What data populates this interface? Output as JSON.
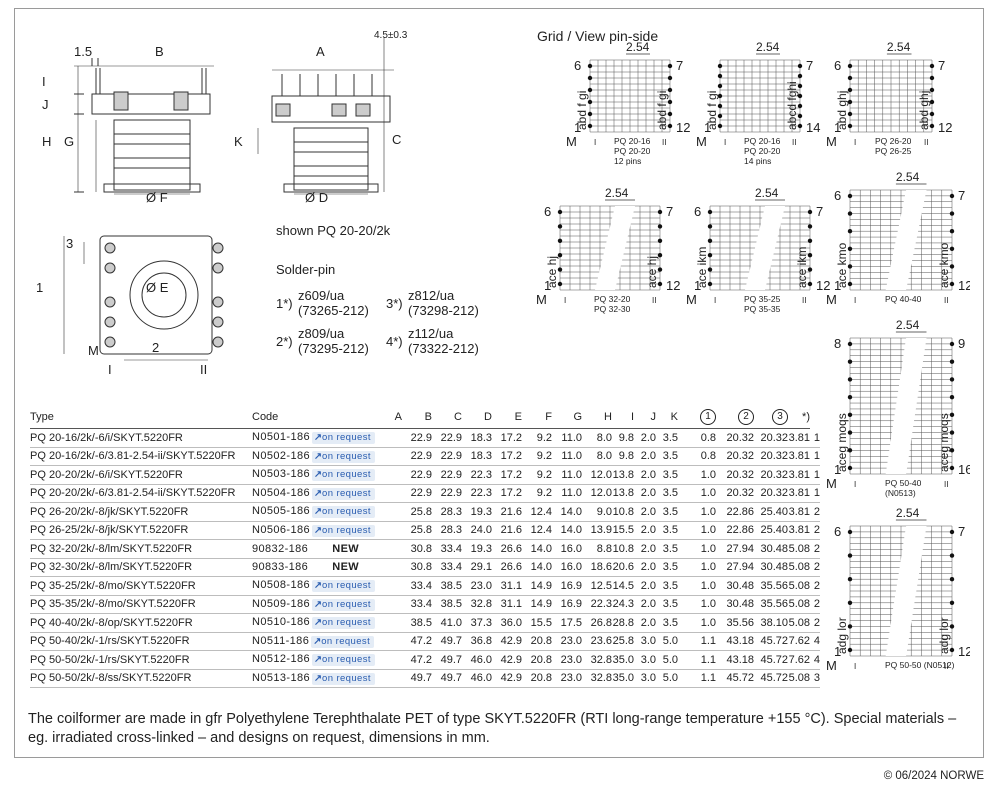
{
  "grid_title": "Grid / View pin-side",
  "shown": "shown PQ 20-20/2k",
  "solder_title": "Solder-pin",
  "solder_pins": [
    {
      "num": "1*)",
      "code": "z609/ua",
      "part": "(73265-212)"
    },
    {
      "num": "2*)",
      "code": "z809/ua",
      "part": "(73295-212)"
    },
    {
      "num": "3*)",
      "code": "z812/ua",
      "part": "(73298-212)"
    },
    {
      "num": "4*)",
      "code": "z112/ua",
      "part": "(73322-212)"
    }
  ],
  "drawing_labels": {
    "d1_5": "1.5",
    "dB": "B",
    "dA": "A",
    "dI": "I",
    "dJ": "J",
    "dH": "H",
    "dG": "G",
    "dK": "K",
    "dC": "C",
    "dF": "Ø F",
    "dD": "Ø D",
    "dE": "Ø E",
    "d45": "4.5±0.3",
    "d1": "1",
    "d2": "2",
    "d3": "3",
    "dM": "M",
    "dR1": "I",
    "dR2": "II"
  },
  "grids": [
    {
      "pitch": "2.54",
      "top": "6",
      "bottom": "1",
      "right_top": "7",
      "right_bottom": "12",
      "left_letters": "abd f gi",
      "right_letters": "abd f gi",
      "caption": [
        "PQ 20-16",
        "PQ 20-20",
        "12 pins"
      ]
    },
    {
      "pitch": "2.54",
      "top": "",
      "bottom": "1",
      "right_top": "7",
      "right_bottom": "14",
      "left_letters": "abd f gi",
      "right_letters": "abcd fghi",
      "caption": [
        "PQ 20-16",
        "PQ 20-20",
        "14 pins"
      ]
    },
    {
      "pitch": "2.54",
      "top": "6",
      "bottom": "1",
      "right_top": "7",
      "right_bottom": "12",
      "left_letters": "abd ghj",
      "right_letters": "abd ghj",
      "caption": [
        "PQ 26-20",
        "PQ 26-25"
      ]
    },
    {
      "pitch": "2.54",
      "top": "6",
      "bottom": "1",
      "right_top": "7",
      "right_bottom": "12",
      "left_letters": "ace hj",
      "right_letters": "ace hj",
      "caption": [
        "PQ 32-20",
        "PQ 32-30"
      ]
    },
    {
      "pitch": "2.54",
      "top": "6",
      "bottom": "1",
      "right_top": "7",
      "right_bottom": "12",
      "left_letters": "ace ikm",
      "right_letters": "ace ikm",
      "caption": [
        "PQ 35-25",
        "PQ 35-35"
      ]
    },
    {
      "pitch": "2.54",
      "top": "6",
      "bottom": "1",
      "right_top": "7",
      "right_bottom": "12",
      "left_letters": "ace kmo",
      "right_letters": "ace kmo",
      "caption": [
        "PQ 40-40"
      ]
    },
    {
      "pitch": "2.54",
      "top": "8",
      "bottom": "1",
      "right_top": "9",
      "right_bottom": "16",
      "left_letters": "aceg moqs",
      "right_letters": "aceg moqs",
      "caption": [
        "PQ 50-40",
        "(N0513)"
      ]
    },
    {
      "pitch": "2.54",
      "top": "6",
      "bottom": "1",
      "right_top": "7",
      "right_bottom": "12",
      "left_letters": "adg lor",
      "right_letters": "adg lor",
      "caption": [
        "PQ 50-50 (N0512)"
      ]
    }
  ],
  "grid_marks": {
    "m": "M",
    "r1": "I",
    "r2": "II"
  },
  "table": {
    "headers": [
      "Type",
      "Code",
      "A",
      "B",
      "C",
      "D",
      "E",
      "F",
      "G",
      "H",
      "I",
      "J",
      "K",
      "1",
      "2",
      "3",
      "*)"
    ],
    "on_request": "on request",
    "rows": [
      {
        "type": "PQ 20-16/2k/-6/i/SKYT.5220FR",
        "code": "N0501-186",
        "status": "on request",
        "vals": [
          "22.9",
          "22.9",
          "18.3",
          "17.2",
          "9.2",
          "11.0",
          "8.0",
          "9.8",
          "2.0",
          "3.5",
          "0.8",
          "20.32",
          "20.32",
          "3.81",
          "1"
        ]
      },
      {
        "type": "PQ 20-16/2k/-6/3.81-2.54-ii/SKYT.5220FR",
        "code": "N0502-186",
        "status": "on request",
        "vals": [
          "22.9",
          "22.9",
          "18.3",
          "17.2",
          "9.2",
          "11.0",
          "8.0",
          "9.8",
          "2.0",
          "3.5",
          "0.8",
          "20.32",
          "20.32",
          "3.81",
          "1"
        ]
      },
      {
        "type": "PQ 20-20/2k/-6/i/SKYT.5220FR",
        "code": "N0503-186",
        "status": "on request",
        "vals": [
          "22.9",
          "22.9",
          "22.3",
          "17.2",
          "9.2",
          "11.0",
          "12.0",
          "13.8",
          "2.0",
          "3.5",
          "1.0",
          "20.32",
          "20.32",
          "3.81",
          "1"
        ]
      },
      {
        "type": "PQ 20-20/2k/-6/3.81-2.54-ii/SKYT.5220FR",
        "code": "N0504-186",
        "status": "on request",
        "vals": [
          "22.9",
          "22.9",
          "22.3",
          "17.2",
          "9.2",
          "11.0",
          "12.0",
          "13.8",
          "2.0",
          "3.5",
          "1.0",
          "20.32",
          "20.32",
          "3.81",
          "1"
        ]
      },
      {
        "type": "PQ 26-20/2k/-8/jk/SKYT.5220FR",
        "code": "N0505-186",
        "status": "on request",
        "vals": [
          "25.8",
          "28.3",
          "19.3",
          "21.6",
          "12.4",
          "14.0",
          "9.0",
          "10.8",
          "2.0",
          "3.5",
          "1.0",
          "22.86",
          "25.40",
          "3.81",
          "2"
        ]
      },
      {
        "type": "PQ 26-25/2k/-8/jk/SKYT.5220FR",
        "code": "N0506-186",
        "status": "on request",
        "vals": [
          "25.8",
          "28.3",
          "24.0",
          "21.6",
          "12.4",
          "14.0",
          "13.9",
          "15.5",
          "2.0",
          "3.5",
          "1.0",
          "22.86",
          "25.40",
          "3.81",
          "2"
        ]
      },
      {
        "type": "PQ 32-20/2k/-8/lm/SKYT.5220FR",
        "code": "90832-186",
        "status": "NEW",
        "vals": [
          "30.8",
          "33.4",
          "19.3",
          "26.6",
          "14.0",
          "16.0",
          "8.8",
          "10.8",
          "2.0",
          "3.5",
          "1.0",
          "27.94",
          "30.48",
          "5.08",
          "2"
        ]
      },
      {
        "type": "PQ 32-30/2k/-8/lm/SKYT.5220FR",
        "code": "90833-186",
        "status": "NEW",
        "vals": [
          "30.8",
          "33.4",
          "29.1",
          "26.6",
          "14.0",
          "16.0",
          "18.6",
          "20.6",
          "2.0",
          "3.5",
          "1.0",
          "27.94",
          "30.48",
          "5.08",
          "2"
        ]
      },
      {
        "type": "PQ 35-25/2k/-8/mo/SKYT.5220FR",
        "code": "N0508-186",
        "status": "on request",
        "vals": [
          "33.4",
          "38.5",
          "23.0",
          "31.1",
          "14.9",
          "16.9",
          "12.5",
          "14.5",
          "2.0",
          "3.5",
          "1.0",
          "30.48",
          "35.56",
          "5.08",
          "2"
        ]
      },
      {
        "type": "PQ 35-35/2k/-8/mo/SKYT.5220FR",
        "code": "N0509-186",
        "status": "on request",
        "vals": [
          "33.4",
          "38.5",
          "32.8",
          "31.1",
          "14.9",
          "16.9",
          "22.3",
          "24.3",
          "2.0",
          "3.5",
          "1.0",
          "30.48",
          "35.56",
          "5.08",
          "2"
        ]
      },
      {
        "type": "PQ 40-40/2k/-8/op/SKYT.5220FR",
        "code": "N0510-186",
        "status": "on request",
        "vals": [
          "38.5",
          "41.0",
          "37.3",
          "36.0",
          "15.5",
          "17.5",
          "26.8",
          "28.8",
          "2.0",
          "3.5",
          "1.0",
          "35.56",
          "38.10",
          "5.08",
          "2"
        ]
      },
      {
        "type": "PQ 50-40/2k/-1/rs/SKYT.5220FR",
        "code": "N0511-186",
        "status": "on request",
        "vals": [
          "47.2",
          "49.7",
          "36.8",
          "42.9",
          "20.8",
          "23.0",
          "23.6",
          "25.8",
          "3.0",
          "5.0",
          "1.1",
          "43.18",
          "45.72",
          "7.62",
          "4"
        ]
      },
      {
        "type": "PQ 50-50/2k/-1/rs/SKYT.5220FR",
        "code": "N0512-186",
        "status": "on request",
        "vals": [
          "47.2",
          "49.7",
          "46.0",
          "42.9",
          "20.8",
          "23.0",
          "32.8",
          "35.0",
          "3.0",
          "5.0",
          "1.1",
          "43.18",
          "45.72",
          "7.62",
          "4"
        ]
      },
      {
        "type": "PQ 50-50/2k/-8/ss/SKYT.5220FR",
        "code": "N0513-186",
        "status": "on request",
        "vals": [
          "49.7",
          "49.7",
          "46.0",
          "42.9",
          "20.8",
          "23.0",
          "32.8",
          "35.0",
          "3.0",
          "5.0",
          "1.1",
          "45.72",
          "45.72",
          "5.08",
          "3"
        ]
      }
    ]
  },
  "note": "The coilformer are made in gfr Polyethylene Terephthalate PET of type SKYT.5220FR (RTI long-range temperature +155 °C). Special materials – eg. irradiated cross-linked – and designs on request, dimensions in mm.",
  "copyright": "© 06/2024 NORWE"
}
